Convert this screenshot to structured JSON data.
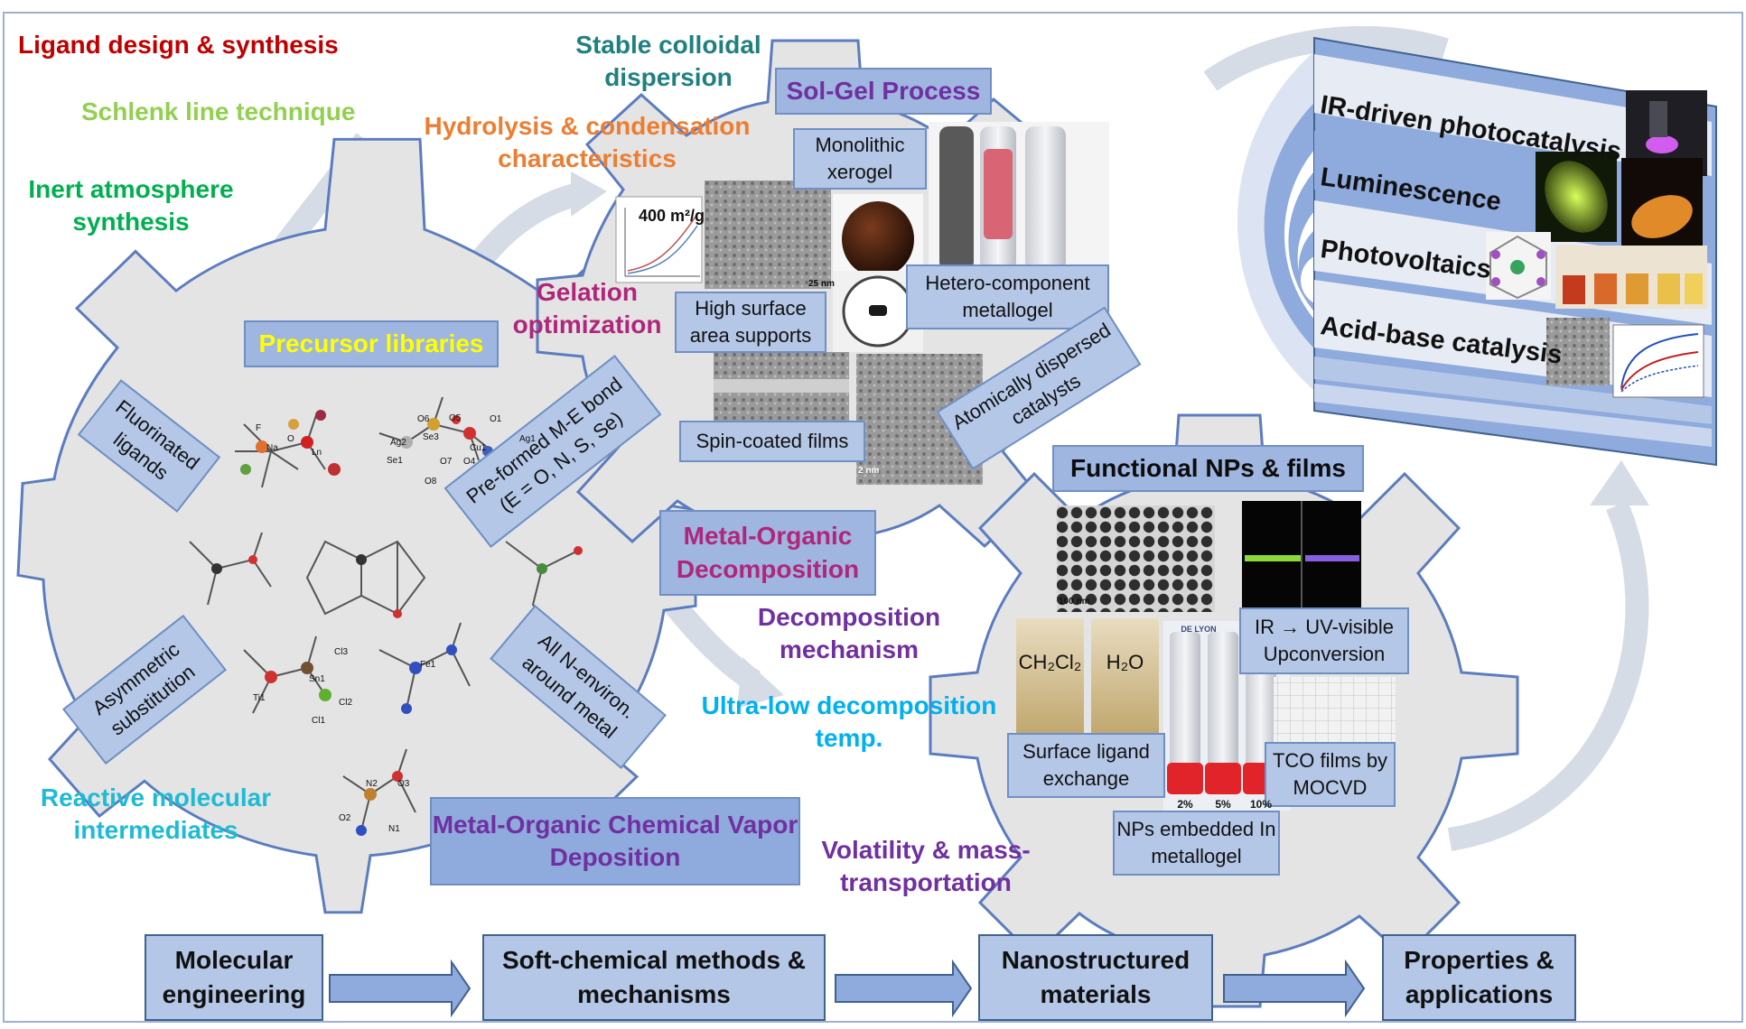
{
  "colors": {
    "red": "#c00000",
    "light_green": "#92d050",
    "green": "#00b050",
    "teal": "#1f8080",
    "orange": "#ed7d31",
    "magenta": "#b0267a",
    "purple": "#7030a0",
    "cyan": "#00b0f0",
    "yellow": "#ffff00",
    "box_fill": "#b4c7e7",
    "gear_fill": "#e3e3e3",
    "gear_border": "#5b7cbf",
    "arrow_fill": "#d6dce5"
  },
  "annotations": {
    "ligand": "Ligand design & synthesis",
    "schlenk": "Schlenk line technique",
    "inert": "Inert atmosphere synthesis",
    "stable": "Stable colloidal dispersion",
    "hydrolysis": "Hydrolysis & condensation characteristics",
    "gelation": "Gelation optimization",
    "decomp_mech": "Decomposition mechanism",
    "ultralow": "Ultra-low decomposition temp.",
    "reactive": "Reactive molecular intermediates",
    "volatility": "Volatility & mass-transportation"
  },
  "boxes": {
    "solgel": "Sol-Gel Process",
    "precursor": "Precursor libraries",
    "mod": "Metal-Organic Decomposition",
    "mocvd": "Metal-Organic Chemical Vapor Deposition",
    "functional": "Functional NPs & films",
    "fluorinated": "Fluorinated ligands",
    "preformed": "Pre-formed M-E bond (E = O, N, S, Se)",
    "asymmetric": "Asymmetric substitution",
    "nenviron": "All N-environ. around metal",
    "monolithic": "Monolithic xerogel",
    "highsurface": "High surface area supports",
    "hetero": "Hetero-component metallogel",
    "atomically": "Atomically dispersed catalysts",
    "spincoated": "Spin-coated films",
    "upconversion": "IR → UV-visible Upconversion",
    "surface_ligand": "Surface ligand exchange",
    "tco": "TCO films by MOCVD",
    "nps_embedded": "NPs embedded In metallogel"
  },
  "photo_labels": {
    "surface_area": "400 m²/g",
    "scale_25nm": "25 nm",
    "scale_100nm": "100 nm",
    "scale_2nm": "2 nm",
    "ch2cl2": "CH₂Cl₂",
    "h2o": "H₂O",
    "vial_1": "2%",
    "vial_2": "5%",
    "vial_3": "10%",
    "lyon": "DE LYON"
  },
  "molecule_atoms": {
    "na": "Na",
    "ln": "Ln",
    "f": "F",
    "o": "O",
    "ag2": "Ag2",
    "se3": "Se3",
    "se1": "Se1",
    "ag1": "Ag1",
    "cu1": "Cu1",
    "o5": "O5",
    "o6": "O6",
    "o1": "O1",
    "o7": "O7",
    "o4": "O4",
    "o8": "O8",
    "ti1": "Ti1",
    "sn1": "Sn1",
    "cl1": "Cl1",
    "cl2": "Cl2",
    "cl3": "Cl3",
    "o3": "O3",
    "o2": "O2",
    "n1": "N1",
    "n2": "N2",
    "fe1": "Fe1"
  },
  "applications": [
    "IR-driven photocatalysis",
    "Luminescence",
    "Photovoltaics",
    "Acid-base catalysis"
  ],
  "workflow": [
    "Molecular engineering",
    "Soft-chemical methods & mechanisms",
    "Nanostructured materials",
    "Properties & applications"
  ]
}
